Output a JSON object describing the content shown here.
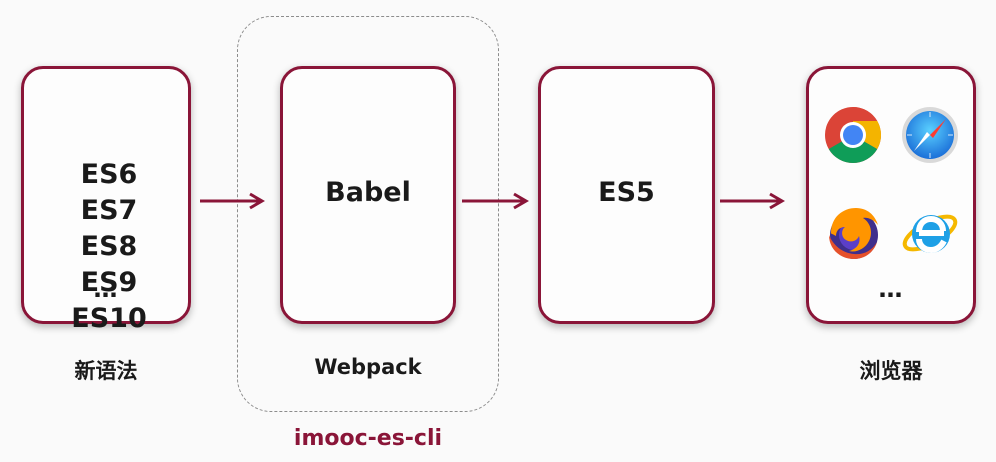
{
  "source_box": {
    "items": [
      "ES6",
      "ES7",
      "ES8",
      "ES9",
      "ES10"
    ],
    "ellipsis": "…"
  },
  "babel_box": {
    "title": "Babel"
  },
  "es5_box": {
    "title": "ES5"
  },
  "browser_box": {
    "ellipsis": "…",
    "icons": [
      "chrome-icon",
      "safari-icon",
      "firefox-icon",
      "internet-explorer-icon"
    ]
  },
  "labels": {
    "syntax": "新语法",
    "webpack": "Webpack",
    "browser": "浏览器",
    "cli": "imooc-es-cli"
  },
  "colors": {
    "accent": "#8a1538",
    "dashed_border": "#8c8c8c"
  }
}
